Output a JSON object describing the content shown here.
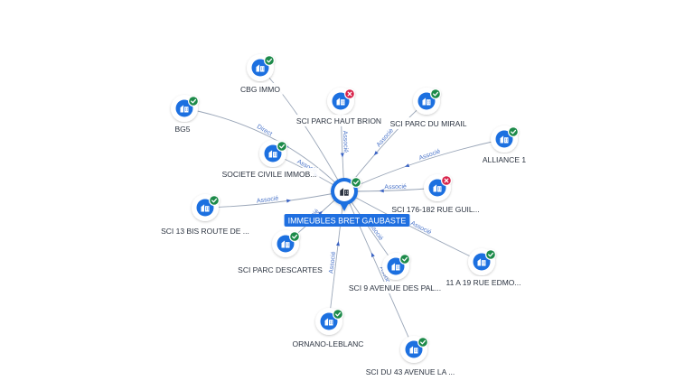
{
  "center": {
    "label": "IMMEUBLES BRET GAUBASTE",
    "status": "active",
    "icon": "building-pin-icon"
  },
  "nodes": [
    {
      "id": "cbg-immo",
      "label": "CBG IMMO",
      "status": "active",
      "edge_label": ""
    },
    {
      "id": "sci-parc-haut-brion",
      "label": "SCI PARC HAUT BRION",
      "status": "inactive",
      "edge_label": "Associé"
    },
    {
      "id": "sci-parc-du-mirail",
      "label": "SCI PARC DU MIRAIL",
      "status": "active",
      "edge_label": "Associé"
    },
    {
      "id": "bg5",
      "label": "BG5",
      "status": "active",
      "edge_label": "Direct"
    },
    {
      "id": "alliance-1",
      "label": "ALLIANCE 1",
      "status": "active",
      "edge_label": "Associé"
    },
    {
      "id": "societe-civile-immob",
      "label": "SOCIETE CIVILE IMMOB...",
      "status": "active",
      "edge_label": "Associé"
    },
    {
      "id": "sci-176-182",
      "label": "SCI 176-182 RUE GUIL...",
      "status": "inactive",
      "edge_label": "Associé"
    },
    {
      "id": "sci-13-bis",
      "label": "SCI 13 BIS ROUTE DE ...",
      "status": "active",
      "edge_label": "Associé"
    },
    {
      "id": "sci-parc-descartes",
      "label": "SCI PARC DESCARTES",
      "status": "active",
      "edge_label": "Associé"
    },
    {
      "id": "sci-11-a-19",
      "label": "11 A 19 RUE EDMO...",
      "status": "active",
      "edge_label": "Associé"
    },
    {
      "id": "sci-9-avenue",
      "label": "SCI 9 AVENUE DES PAL...",
      "status": "active",
      "edge_label": "Associé"
    },
    {
      "id": "ornano-leblanc",
      "label": "ORNANO-LEBLANC",
      "status": "active",
      "edge_label": "Associé"
    },
    {
      "id": "sci-du-43",
      "label": "SCI DU 43 AVENUE LA ...",
      "status": "active",
      "edge_label": "Associé"
    }
  ],
  "colors": {
    "node_blue": "#1f6fe0",
    "active_green": "#1d8a4a",
    "inactive_red": "#d8234a",
    "edge": "#9aa6b8",
    "edge_label": "#4a74c9"
  }
}
